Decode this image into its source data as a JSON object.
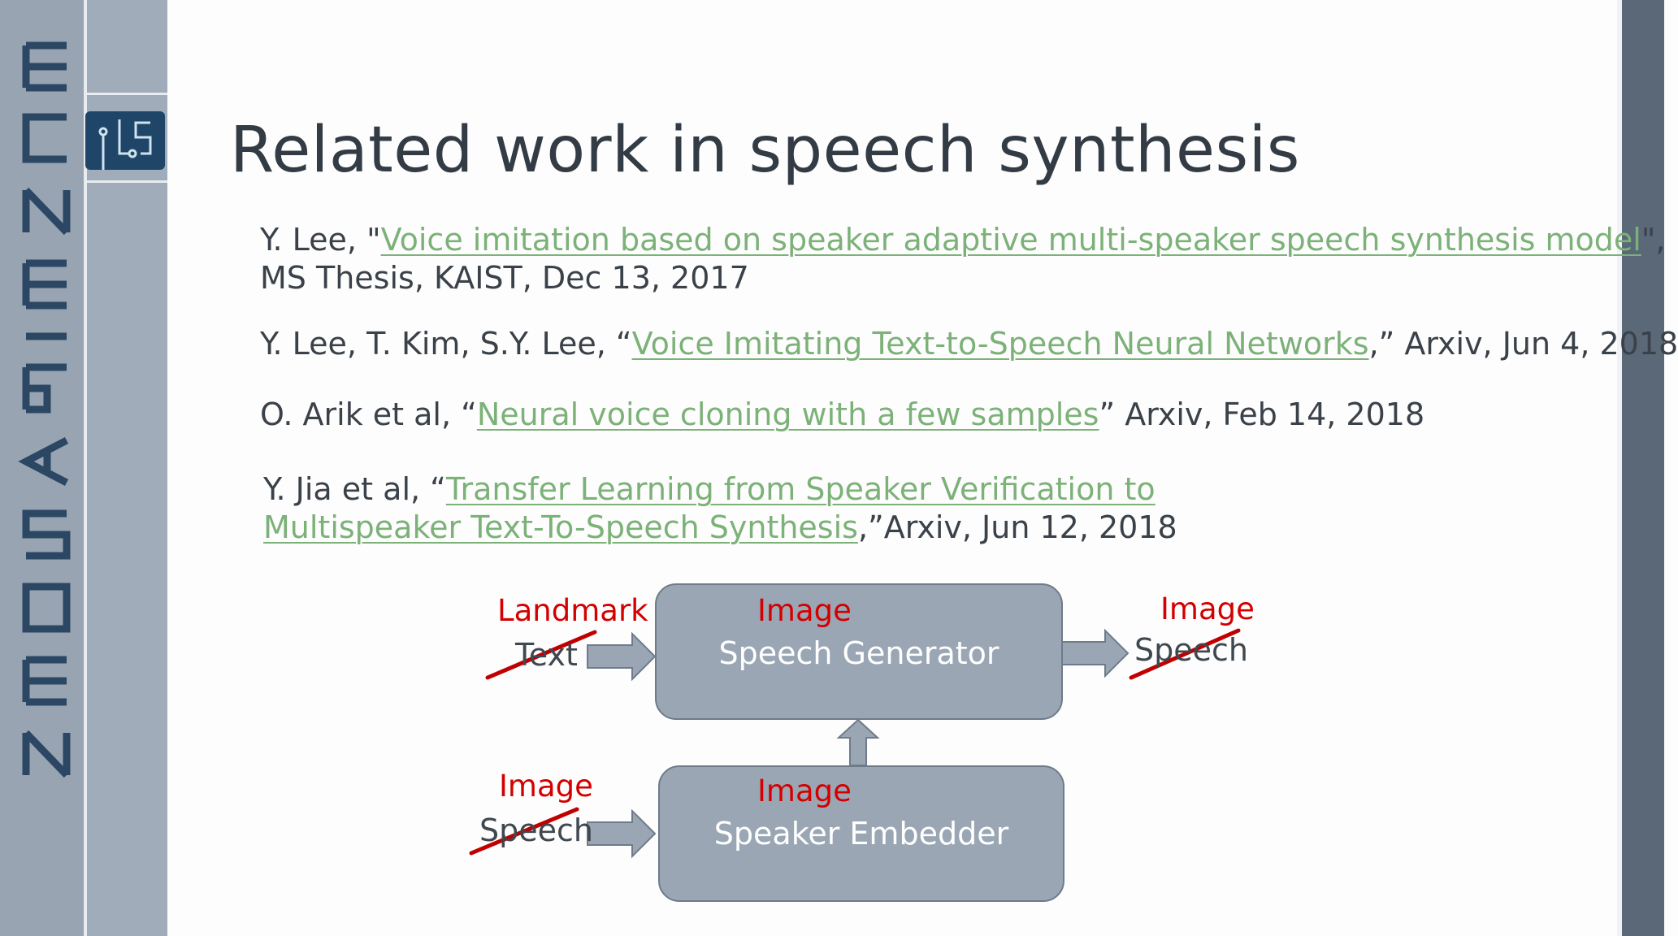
{
  "brand": {
    "name": "NEOSAPIENCE"
  },
  "slide": {
    "title": "Related work in speech synthesis"
  },
  "references": [
    {
      "pre": "Y. Lee, \"",
      "link": "Voice imitation based on speaker adaptive multi-speaker speech synthesis model",
      "post": "\",",
      "line2": "MS Thesis, KAIST, Dec 13, 2017"
    },
    {
      "pre": "Y. Lee, T. Kim, S.Y. Lee, “",
      "link": "Voice Imitating Text-to-Speech Neural Networks",
      "post": ",” Arxiv, Jun 4, 2018"
    },
    {
      "pre": "O. Arik et al, “",
      "link": "Neural voice cloning with a few samples",
      "post": "” Arxiv, Feb 14, 2018"
    },
    {
      "pre": "Y. Jia et al, “",
      "link": "Transfer Learning from Speaker Verification to ",
      "link2": "Multispeaker Text-To-Speech Synthesis",
      "post": ",”Arxiv, Jun 12, 2018"
    }
  ],
  "diagram": {
    "generator": {
      "label": "Speech Generator",
      "replacement": "Image"
    },
    "embedder": {
      "label": "Speaker Embedder",
      "replacement": "Image"
    },
    "input_top": {
      "label": "Text",
      "replacement": "Landmark"
    },
    "input_bottom": {
      "label": "Speech",
      "replacement": "Image"
    },
    "output": {
      "label": "Speech",
      "replacement": "Image"
    },
    "colors": {
      "box": "#9aa6b4",
      "arrow": "#9aa6b4",
      "strike": "#c00000",
      "replacement_text": "#d40000",
      "link": "#7cb178"
    }
  }
}
